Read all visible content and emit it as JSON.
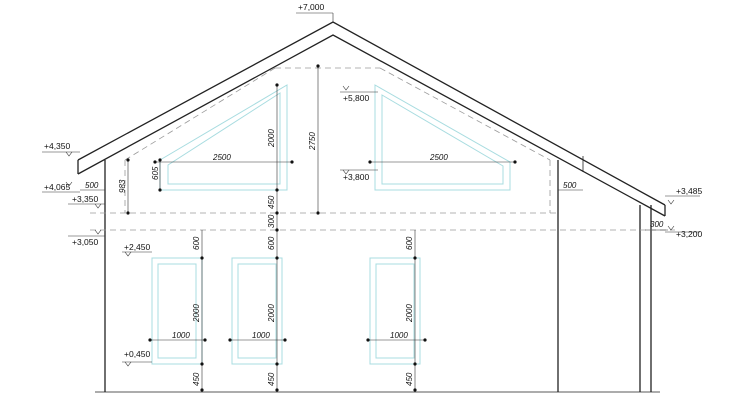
{
  "levels": {
    "ridge": "+7,000",
    "eave_left_top": "+4,350",
    "eave_left_bottom": "+4,065",
    "attic_floor_top": "+3,350",
    "attic_floor_bottom": "+3,050",
    "attic_window_top": "+5,800",
    "attic_window_bottom": "+3,800",
    "window_top": "+2,450",
    "window_bottom": "+0,450",
    "eave_right_top": "+3,485",
    "eave_right_bottom": "+3,200"
  },
  "dimensions": {
    "d500_left": "500",
    "d500_right": "500",
    "d983": "983",
    "d605": "605",
    "d2500_left": "2500",
    "d2500_right": "2500",
    "d2000_attic": "2000",
    "d2750": "2750",
    "d450_attic": "450",
    "d300_floor": "300",
    "d300_eave": "300",
    "d600_a": "600",
    "d600_b": "600",
    "d600_c": "600",
    "d2000_a": "2000",
    "d2000_b": "2000",
    "d2000_c": "2000",
    "d1000_a": "1000",
    "d1000_b": "1000",
    "d1000_c": "1000",
    "d450_a": "450",
    "d450_b": "450",
    "d450_c": "450"
  }
}
